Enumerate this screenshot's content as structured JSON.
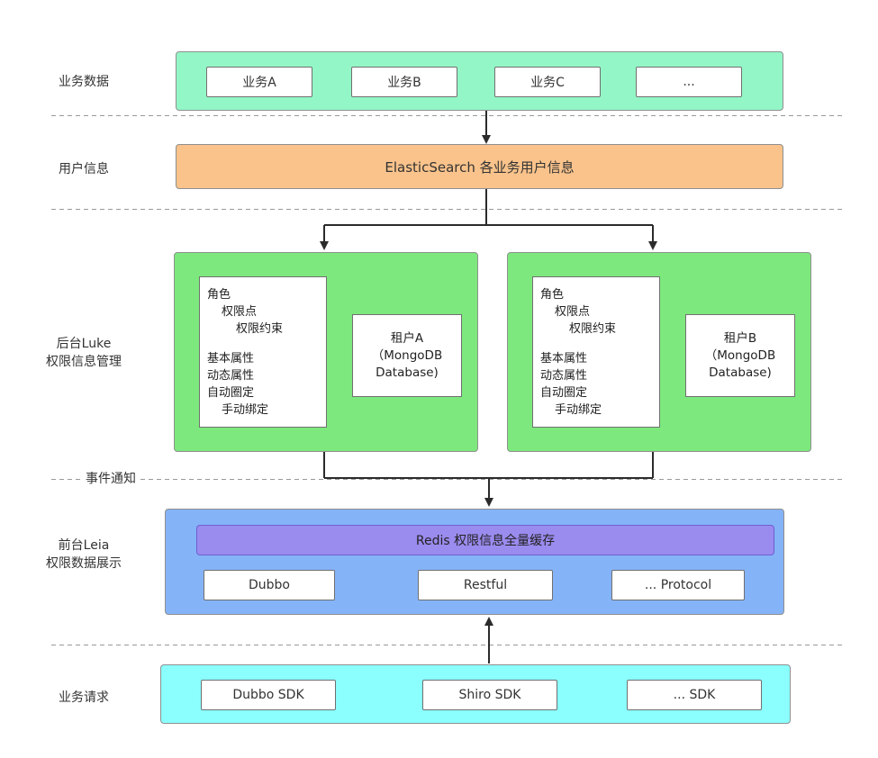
{
  "diagram": {
    "rows": {
      "business_data": {
        "label": "业务数据",
        "items": [
          "业务A",
          "业务B",
          "业务C",
          "..."
        ]
      },
      "user_info": {
        "label": "用户信息",
        "title": "ElasticSearch 各业务用户信息"
      },
      "backend": {
        "label": "后台Luke\n权限信息管理",
        "panels": [
          {
            "lines": [
              "角色",
              "权限点",
              "权限约束",
              "基本属性",
              "动态属性",
              "自动圈定",
              "手动绑定"
            ],
            "tenant": "租户A\n（MongoDB\nDatabase)"
          },
          {
            "lines": [
              "角色",
              "权限点",
              "权限约束",
              "基本属性",
              "动态属性",
              "自动圈定",
              "手动绑定"
            ],
            "tenant": "租户B\n（MongoDB\nDatabase)"
          }
        ]
      },
      "event_note": "事件通知",
      "frontend": {
        "label": "前台Leia\n权限数据展示",
        "cache": "Redis 权限信息全量缓存",
        "protocols": [
          "Dubbo",
          "Restful",
          "... Protocol"
        ]
      },
      "requests": {
        "label": "业务请求",
        "items": [
          "Dubbo SDK",
          "Shiro SDK",
          "... SDK"
        ]
      }
    },
    "colors": {
      "mint": "#93f6c6",
      "orange": "#f9c38b",
      "green": "#7de87d",
      "blue": "#85b3f7",
      "purple": "#9a8bef",
      "cyan": "#8bfefe",
      "arrow": "#2b2b2b",
      "dash": "#999999"
    }
  }
}
